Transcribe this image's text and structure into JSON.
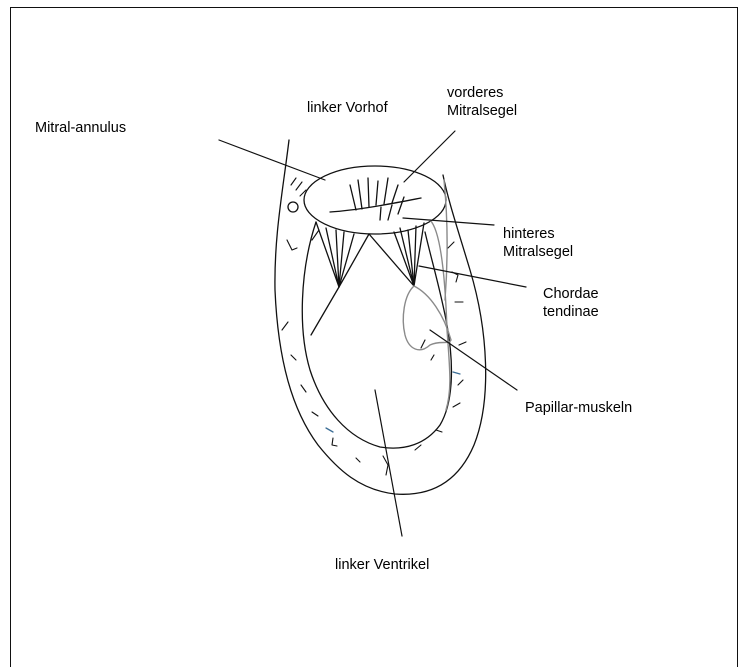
{
  "labels": {
    "mitral_annulus": "Mitral-annulus",
    "left_atrium": "linker Vorhof",
    "anterior_leaflet": [
      "vorderes",
      "Mitralsegel"
    ],
    "posterior_leaflet": [
      "hinteres",
      "Mitralsegel"
    ],
    "chordae": [
      "Chordae",
      "tendinae"
    ],
    "papillary": "Papillar-muskeln",
    "left_ventricle": "linker Ventrikel"
  },
  "colors": {
    "line": "#111111",
    "gray_line": "#8a8a8a",
    "blue_accent": "#3c6e96"
  }
}
